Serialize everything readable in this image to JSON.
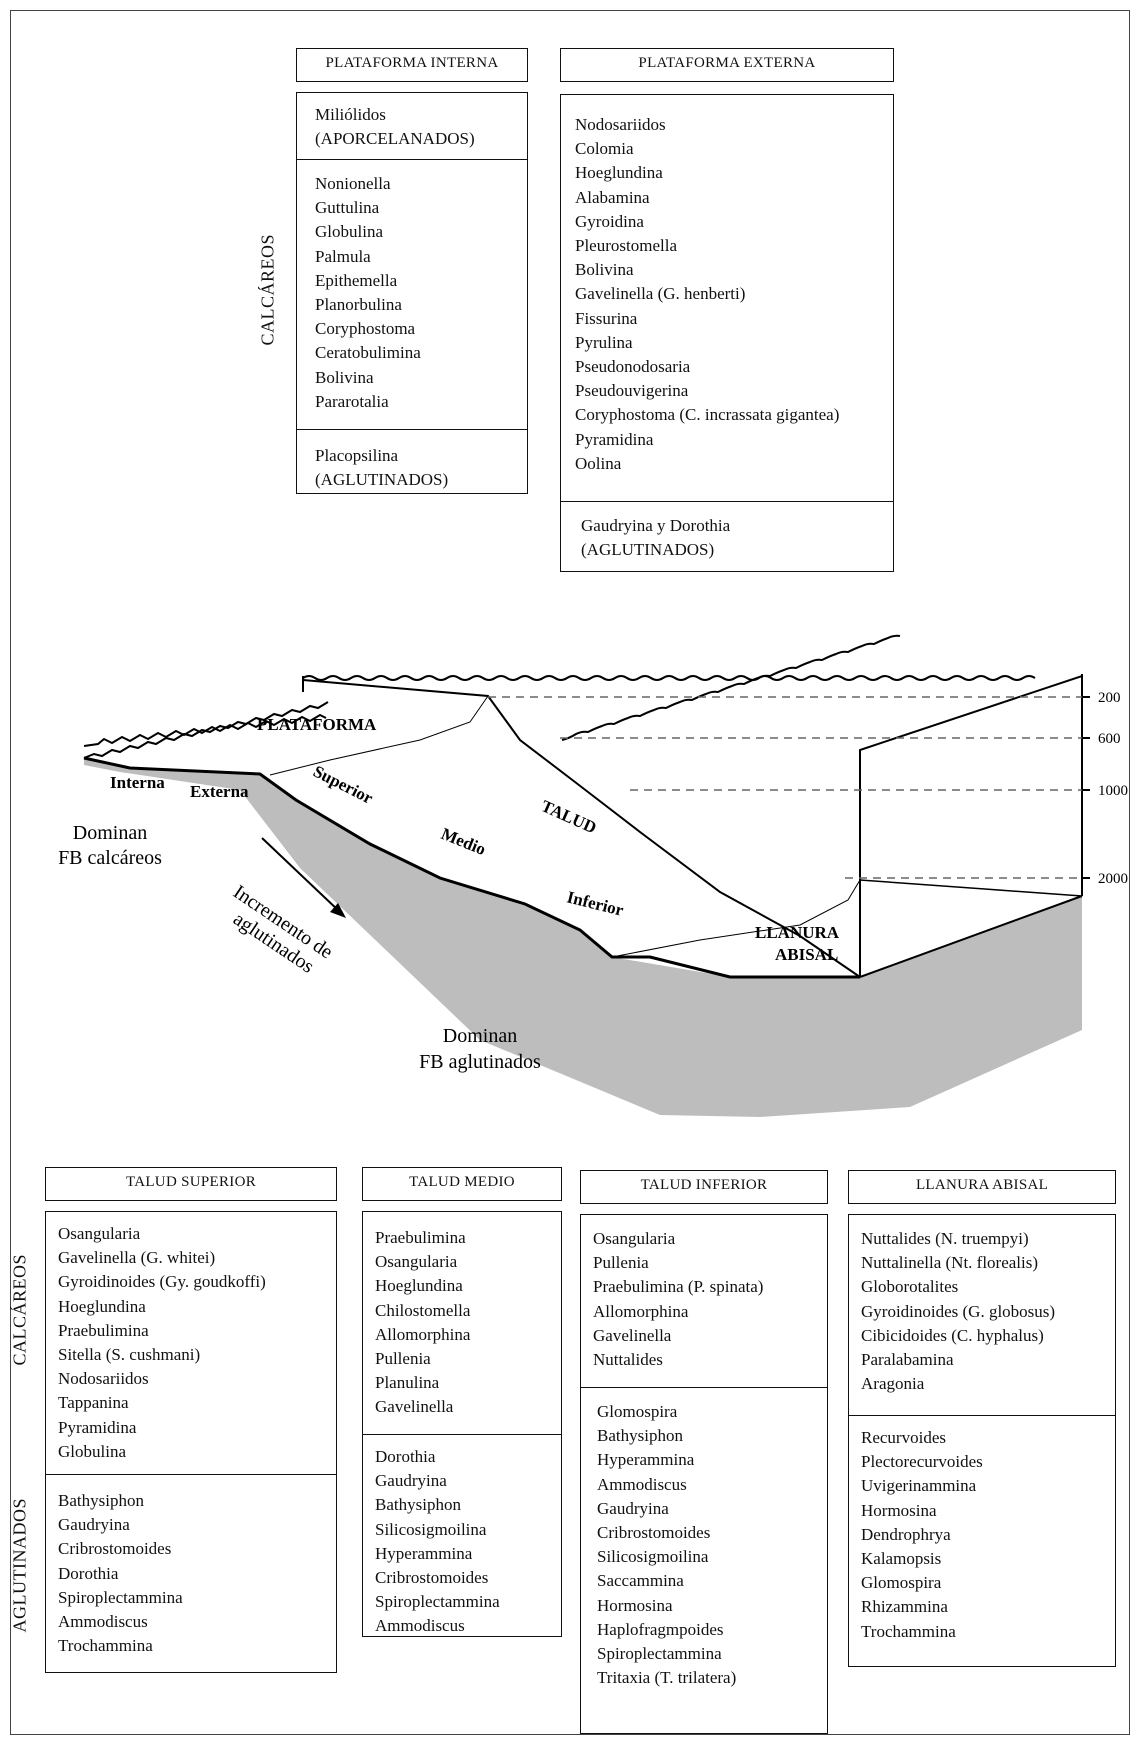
{
  "top": {
    "side_label": "CALCÁREOS",
    "interna": {
      "title": "PLATAFORMA  INTERNA",
      "group1": [
        "Miliólidos",
        "(APORCELANADOS)"
      ],
      "group2": [
        "Nonionella",
        "Guttulina",
        "Globulina",
        "Palmula",
        "Epithemella",
        "Planorbulina",
        "Coryphostoma",
        "Ceratobulimina",
        "Bolivina",
        "Pararotalia"
      ],
      "group3": [
        "Placopsilina",
        "(AGLUTINADOS)"
      ]
    },
    "externa": {
      "title": "PLATAFORMA  EXTERNA",
      "group1": [
        "Nodosariidos",
        "Colomia",
        "Hoeglundina",
        "Alabamina",
        "Gyroidina",
        "Pleurostomella",
        "Bolivina",
        "Gavelinella (G. henberti)",
        "Fissurina",
        "Pyrulina",
        "Pseudonodosaria",
        "Pseudouvigerina",
        "Coryphostoma (C. incrassata gigantea)",
        "Pyramidina",
        "Oolina"
      ],
      "group2": [
        "Gaudryina y Dorothia",
        "(AGLUTINADOS)"
      ]
    }
  },
  "diagram": {
    "plataforma": "PLATAFORMA",
    "interna": "Interna",
    "externa": "Externa",
    "superior": "Superior",
    "medio": "Medio",
    "talud": "TALUD",
    "inferior": "Inferior",
    "llanura_line1": "LLANURA",
    "llanura_line2": "ABISAL",
    "dominan_calc_1": "Dominan",
    "dominan_calc_2": "FB calcáreos",
    "incremento_1": "Incremento de",
    "incremento_2": "aglutinados",
    "dominan_aglu_1": "Dominan",
    "dominan_aglu_2": "FB aglutinados",
    "depths": [
      "200",
      "600",
      "1000",
      "2000"
    ]
  },
  "bottom": {
    "side_calc": "CALCÁREOS",
    "side_aglu": "AGLUTINADOS",
    "talud_superior": {
      "title": "TALUD  SUPERIOR",
      "calc": [
        "Osangularia",
        "Gavelinella (G. whitei)",
        "Gyroidinoides (Gy. goudkoffi)",
        "Hoeglundina",
        "Praebulimina",
        "Sitella (S. cushmani)",
        "Nodosariidos",
        "Tappanina",
        "Pyramidina",
        "Globulina"
      ],
      "aglu": [
        "Bathysiphon",
        "Gaudryina",
        "Cribrostomoides",
        "Dorothia",
        "Spiroplectammina",
        "Ammodiscus",
        "Trochammina"
      ]
    },
    "talud_medio": {
      "title": "TALUD  MEDIO",
      "calc": [
        "Praebulimina",
        "Osangularia",
        "Hoeglundina",
        "Chilostomella",
        "Allomorphina",
        "Pullenia",
        "Planulina",
        "Gavelinella"
      ],
      "aglu": [
        "Dorothia",
        "Gaudryina",
        "Bathysiphon",
        "Silicosigmoilina",
        "Hyperammina",
        "Cribrostomoides",
        "Spiroplectammina",
        "Ammodiscus"
      ]
    },
    "talud_inferior": {
      "title": "TALUD  INFERIOR",
      "calc": [
        "Osangularia",
        "Pullenia",
        "Praebulimina (P. spinata)",
        "Allomorphina",
        "Gavelinella",
        "Nuttalides"
      ],
      "aglu": [
        "Glomospira",
        "Bathysiphon",
        "Hyperammina",
        "Ammodiscus",
        "Gaudryina",
        "Cribrostomoides",
        "Silicosigmoilina",
        "Saccammina",
        "Hormosina",
        "Haplofragmpoides",
        "Spiroplectammina",
        "Tritaxia (T. trilatera)"
      ]
    },
    "llanura_abisal": {
      "title": "LLANURA  ABISAL",
      "calc": [
        "Nuttalides (N. truempyi)",
        "Nuttalinella (Nt. florealis)",
        "Globorotalites",
        "Gyroidinoides (G. globosus)",
        "Cibicidoides (C. hyphalus)",
        "Paralabamina",
        "Aragonia"
      ],
      "aglu": [
        "Recurvoides",
        "Plectorecurvoides",
        "Uvigerinammina",
        "Hormosina",
        "Dendrophrya",
        "Kalamopsis",
        "Glomospira",
        "Rhizammina",
        "Trochammina"
      ]
    }
  }
}
